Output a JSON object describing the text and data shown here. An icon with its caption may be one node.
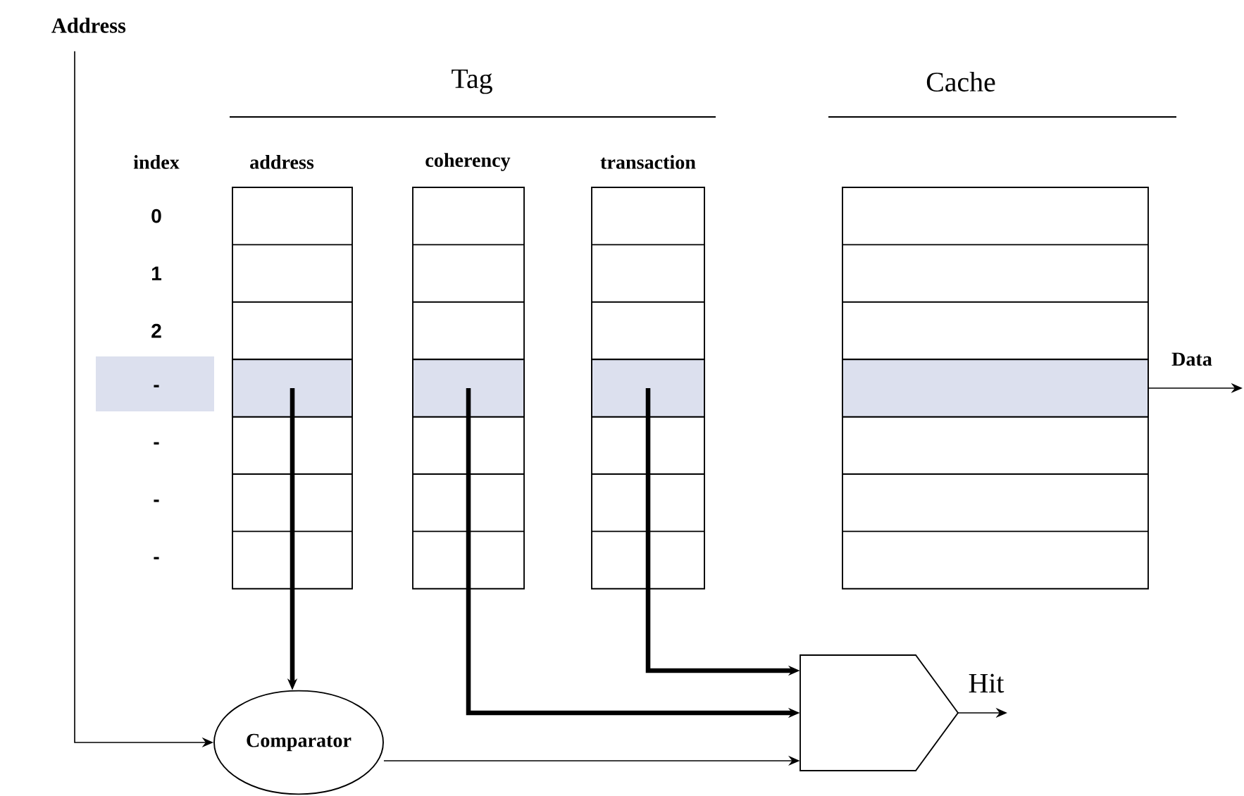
{
  "diagram": {
    "nodes": [
      {
        "text": [
          "Address"
        ]
      },
      {
        "text": [],
        "shape": "box"
      },
      {
        "text": [],
        "shape": "box"
      },
      {
        "text": [],
        "shape": "box"
      },
      {
        "text": [],
        "shape": "box"
      },
      {
        "text": [
          "Comparator"
        ]
      },
      {
        "text": [],
        "shape": "gate"
      }
    ],
    "edges": [
      {
        "from": 0,
        "to": 5,
        "arrow": "to"
      },
      {
        "from": 1,
        "to": 5,
        "arrow": "to",
        "style": "thick"
      },
      {
        "from": 2,
        "to": 6,
        "arrow": "to",
        "style": "thick"
      },
      {
        "from": 3,
        "to": 6,
        "arrow": "to",
        "style": "thick"
      },
      {
        "from": 5,
        "to": 6,
        "arrow": "to"
      },
      {
        "from": 6,
        "to": null,
        "arrow": "to",
        "label": "Hit"
      },
      {
        "from": 4,
        "to": null,
        "arrow": "to",
        "label": "Data"
      }
    ],
    "labels": [
      "Tag",
      "Cache",
      "index",
      "address",
      "coherency",
      "transaction",
      "0",
      "1",
      "2",
      "-",
      "-",
      "-",
      "-"
    ]
  }
}
